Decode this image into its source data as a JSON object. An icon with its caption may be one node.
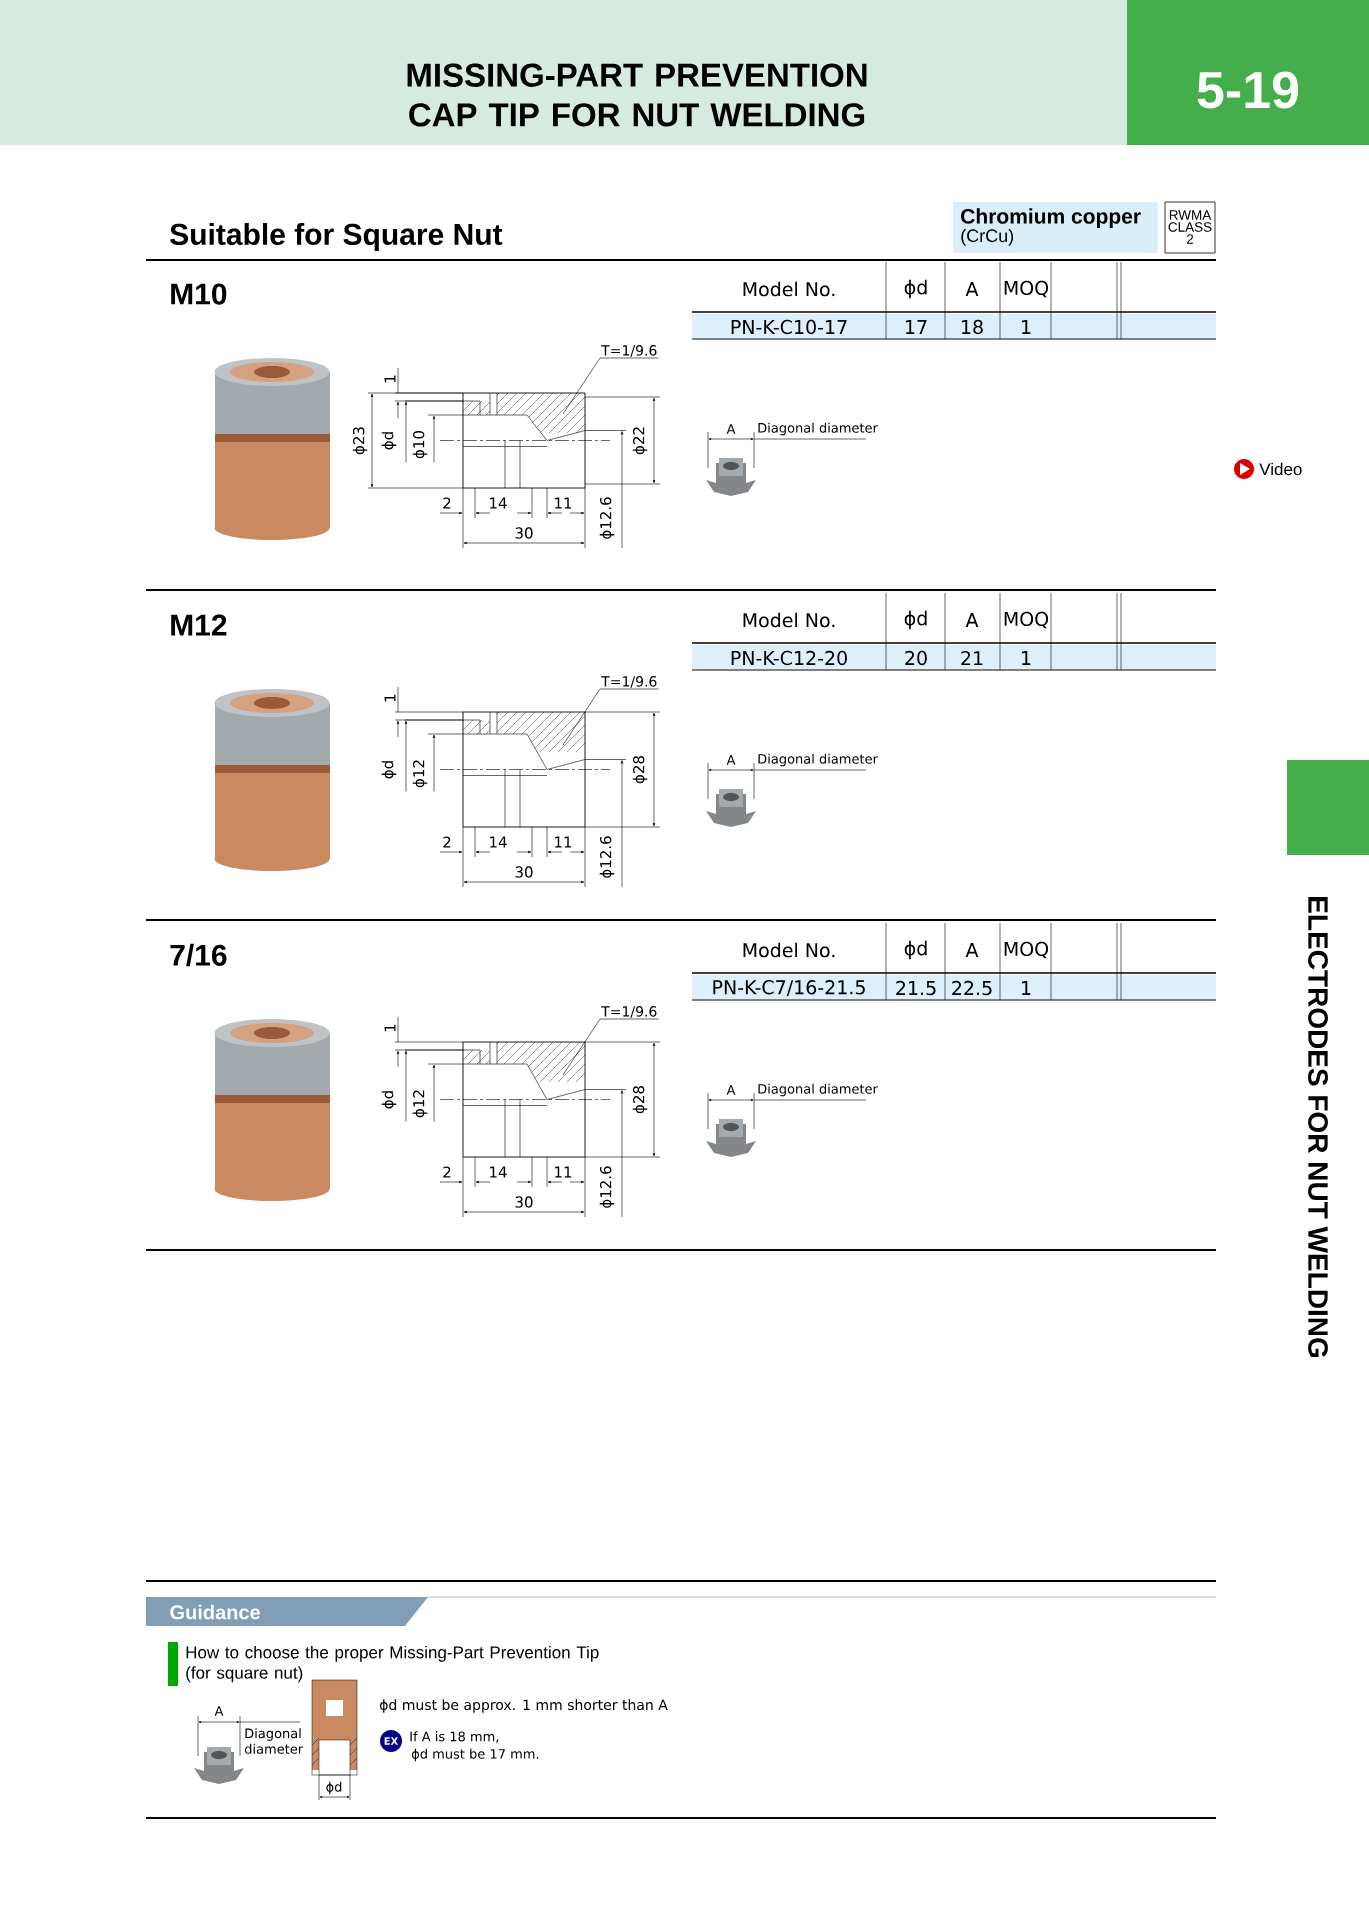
{
  "diagram": {
    "title": "MISSING-PART PREVENTION CAP TIP FOR NUT WELDING",
    "nodes": [
      {
        "text": [
          "5-19"
        ]
      },
      {
        "text": [
          "Chromium copper",
          "(CrCu)"
        ]
      },
      {
        "text": [
          "RWMA CLASS 2"
        ]
      },
      {
        "text": [
          "Guidance"
        ]
      },
      {
        "text": [
          "T=1/9.6"
        ]
      },
      {
        "text": [
          "T=1/9.6"
        ]
      },
      {
        "text": [
          "T=1/9.6"
        ]
      },
      {
        "text": [],
        "shape": "box"
      }
    ],
    "edges": [
      {
        "from": 4,
        "to": null,
        "arrow": "none"
      },
      {
        "from": 5,
        "to": null,
        "arrow": "none"
      },
      {
        "from": 6,
        "to": null,
        "arrow": "none"
      }
    ],
    "labels": [
      "Suitable for Square Nut",
      "M10",
      "Model No.",
      "ϕd",
      "A",
      "MOQ",
      "PN-K-C10-17",
      "17",
      "18",
      "1",
      "1",
      "ϕ23",
      "ϕd",
      "ϕ10",
      "ϕ22",
      "2",
      "14",
      "11",
      "30",
      "ϕ12.6",
      "A",
      "Diagonal diameter",
      "Video",
      "M12",
      "Model No.",
      "ϕd",
      "A",
      "MOQ",
      "PN-K-C12-20",
      "20",
      "21",
      "1",
      "1",
      "ϕd",
      "ϕ12",
      "ϕ28",
      "2",
      "14",
      "11",
      "30",
      "ϕ12.6",
      "A",
      "Diagonal diameter",
      "7/16",
      "Model No.",
      "ϕd",
      "A",
      "MOQ",
      "PN-K-C7/16-21.5",
      "21.5",
      "22.5",
      "1",
      "1",
      "ϕd",
      "ϕ12",
      "ϕ28",
      "2",
      "14",
      "11",
      "30",
      "ϕ12.6",
      "A",
      "Diagonal diameter",
      "ELECTRODES FOR NUT WELDING",
      "How to choose the proper Missing-Part Prevention Tip (for square nut)",
      "A",
      "Diagonal diameter",
      "ϕd",
      "ϕd must be approx. 1 mm shorter than A",
      "EX",
      "If A is 18 mm,",
      "ϕd must be 17 mm."
    ]
  }
}
